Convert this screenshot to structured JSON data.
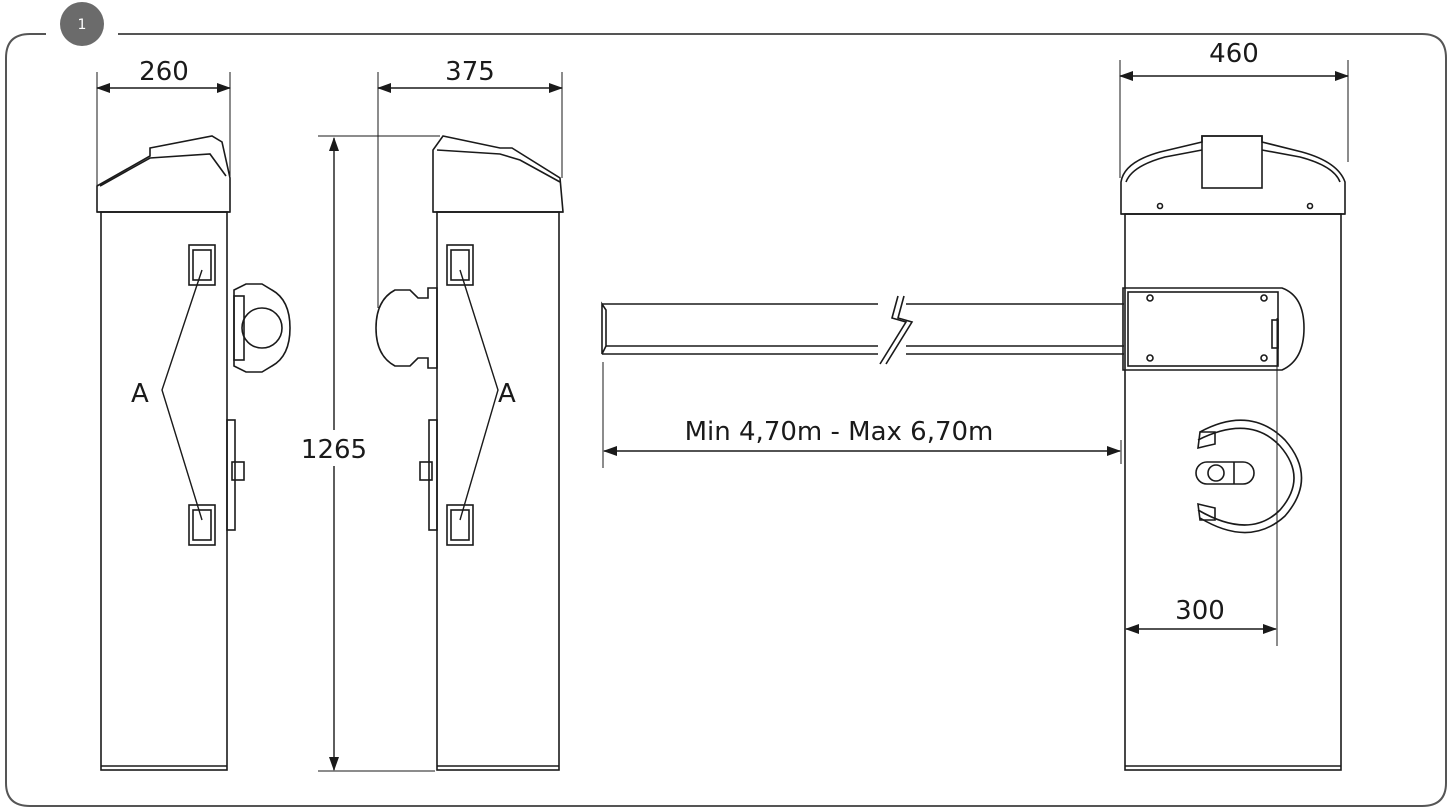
{
  "figure": {
    "number": "1",
    "frame_color": "#555555",
    "badge_color": "#6b6b6b"
  },
  "dimensions": {
    "width_side_left": "260",
    "depth_side": "375",
    "height": "1265",
    "width_front": "460",
    "boom_length": "Min 4,70m - Max 6,70m",
    "boom_offset": "300"
  },
  "labels": {
    "anchor_left": "A",
    "anchor_right": "A"
  }
}
